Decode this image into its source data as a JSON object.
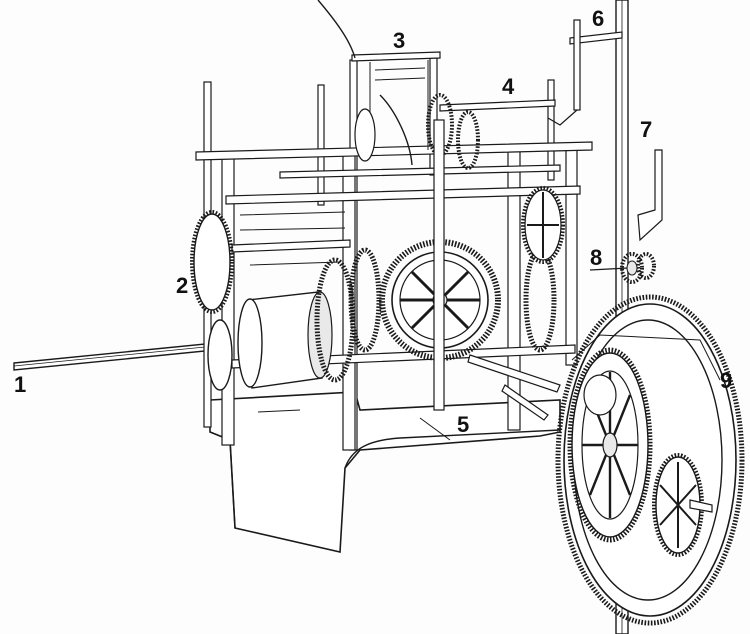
{
  "figure": {
    "labels": [
      {
        "id": "label-1",
        "text": "1"
      },
      {
        "id": "label-2",
        "text": "2"
      },
      {
        "id": "label-3",
        "text": "3"
      },
      {
        "id": "label-4",
        "text": "4"
      },
      {
        "id": "label-5",
        "text": "5"
      },
      {
        "id": "label-6",
        "text": "6"
      },
      {
        "id": "label-7",
        "text": "7"
      },
      {
        "id": "label-8",
        "text": "8"
      },
      {
        "id": "label-9",
        "text": "9"
      }
    ]
  },
  "colors": {
    "ink": "#1a1a1a",
    "paper": "#fdfdfd",
    "base_fill": "#ffffff"
  }
}
